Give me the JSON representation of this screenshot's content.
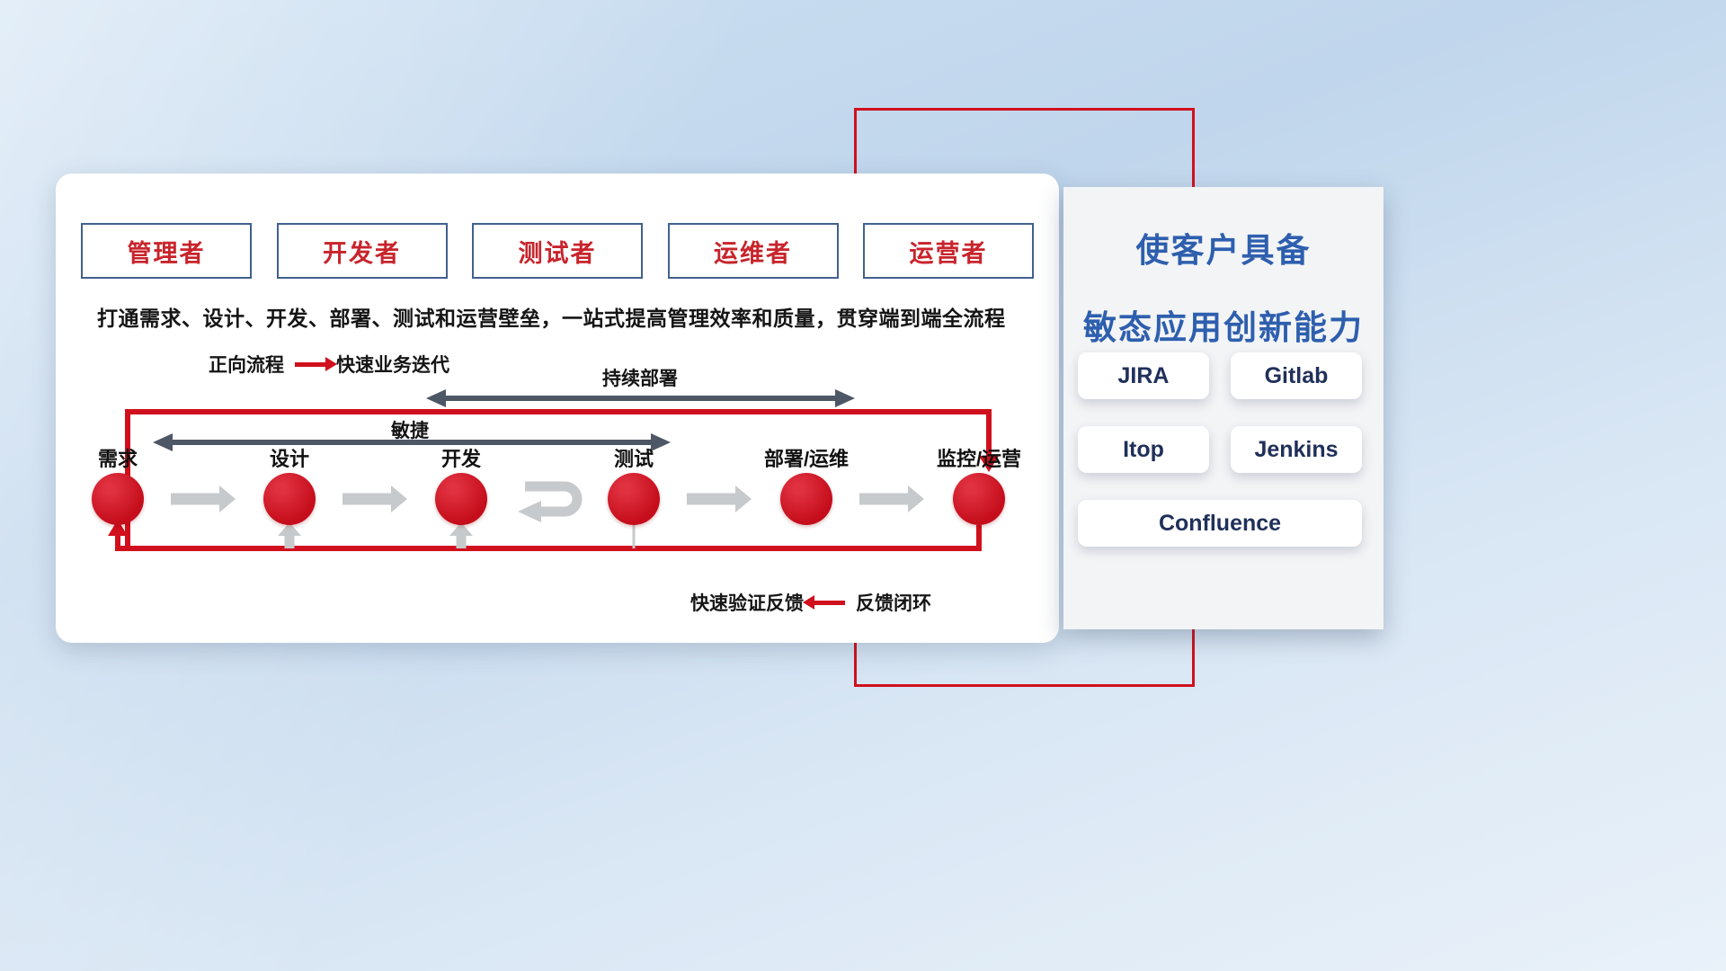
{
  "colors": {
    "accent_red": "#d1101d",
    "role_border_navy": "#41608f",
    "title_blue": "#2e5fae",
    "dark_arrow": "#4d5766",
    "gray_arrow": "#c7cacd"
  },
  "roles": [
    "管理者",
    "开发者",
    "测试者",
    "运维者",
    "运营者"
  ],
  "description": "打通需求、设计、开发、部署、测试和运营壁垒，一站式提高管理效率和质量，贯穿端到端全流程",
  "legend_forward": {
    "label": "正向流程",
    "text": "快速业务迭代"
  },
  "legend_feedback": {
    "label": "快速验证反馈",
    "text": "反馈闭环"
  },
  "flow": {
    "nodes": [
      "需求",
      "设计",
      "开发",
      "测试",
      "部署/运维",
      "监控/运营"
    ],
    "agile_label": "敏捷",
    "cd_label": "持续部署"
  },
  "right_panel": {
    "title_line1": "使客户具备",
    "title_line2": "敏态应用创新能力",
    "tools": [
      "JIRA",
      "Gitlab",
      "Itop",
      "Jenkins",
      "Confluence"
    ]
  }
}
